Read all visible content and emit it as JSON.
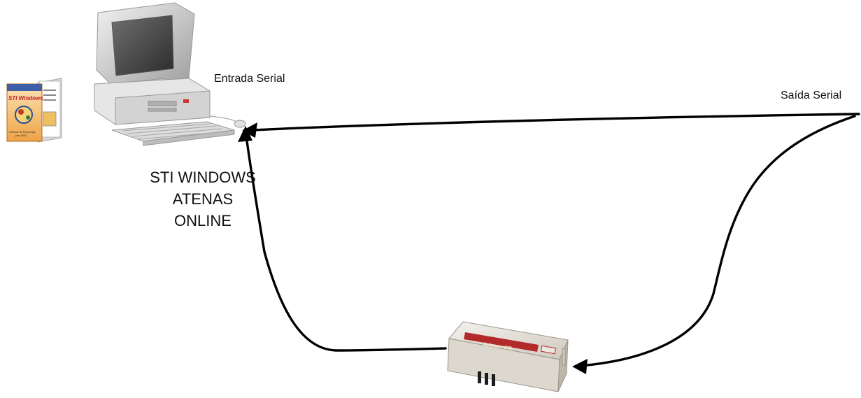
{
  "labels": {
    "entrada_serial": "Entrada Serial",
    "saida_serial": "Saída Serial",
    "system_name_line1": "STI WINDOWS ATENAS",
    "system_name_line2": "ONLINE"
  },
  "software_box": {
    "brand": "STI Windows",
    "subtitle": "Software de Tempologia",
    "subtitle2": "para PABX"
  },
  "device": {
    "label": "Coletor - STI"
  },
  "colors": {
    "line": "#000000",
    "device_body": "#e4e0d8",
    "device_label_band": "#b22a2a",
    "monitor_body": "#d9d9d9",
    "box_orange": "#f0a23a"
  }
}
